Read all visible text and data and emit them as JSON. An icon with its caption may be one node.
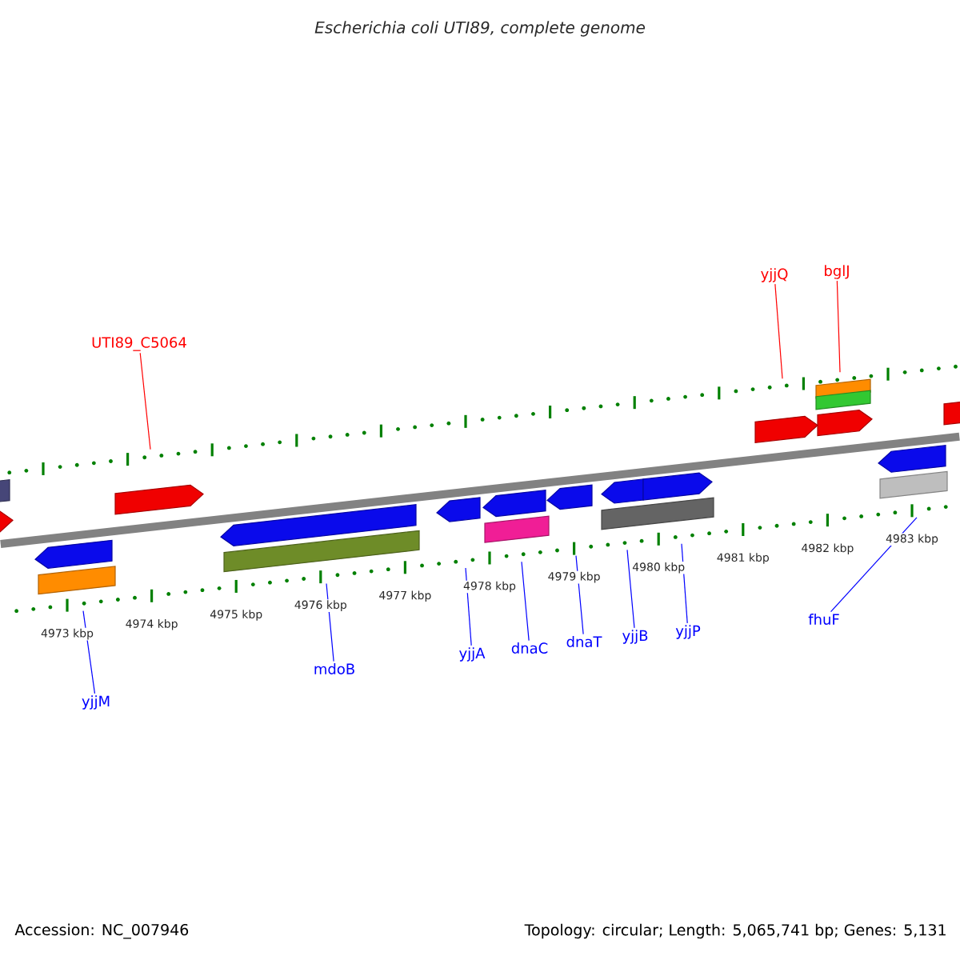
{
  "diagram": {
    "title": "Escherichia coli UTI89, complete genome",
    "nodes": [
      {
        "text": [
          "UTI89_C5064"
        ]
      },
      {
        "text": [
          "yjjQ"
        ]
      },
      {
        "text": [
          "bglJ"
        ]
      },
      {
        "text": [
          "yjjM"
        ]
      },
      {
        "text": [
          "mdoB"
        ]
      },
      {
        "text": [
          "yjjA"
        ]
      },
      {
        "text": [
          "dnaC"
        ]
      },
      {
        "text": [
          "dnaT"
        ]
      },
      {
        "text": [
          "yjjB"
        ]
      },
      {
        "text": [
          "yjjP"
        ]
      },
      {
        "text": [
          "fhuF"
        ]
      },
      {
        "text": [],
        "shape": "scale"
      },
      {
        "text": [],
        "shape": "bar"
      },
      {
        "text": [],
        "shape": "scale"
      }
    ],
    "edges": [
      {
        "from": 0,
        "to": 11,
        "arrow": "none",
        "color": "#ff0000"
      },
      {
        "from": 1,
        "to": 11,
        "arrow": "none",
        "color": "#ff0000"
      },
      {
        "from": 2,
        "to": 11,
        "arrow": "none",
        "color": "#ff0000"
      },
      {
        "from": 3,
        "to": 13,
        "arrow": "none"
      },
      {
        "from": 4,
        "to": 13,
        "arrow": "none"
      },
      {
        "from": 5,
        "to": 13,
        "arrow": "none"
      },
      {
        "from": 6,
        "to": 13,
        "arrow": "none"
      },
      {
        "from": 7,
        "to": 13,
        "arrow": "none"
      },
      {
        "from": 8,
        "to": 13,
        "arrow": "none"
      },
      {
        "from": 9,
        "to": 13,
        "arrow": "none"
      },
      {
        "from": 10,
        "to": 13,
        "arrow": "none"
      }
    ],
    "labels": [
      "4973 kbp",
      "4974 kbp",
      "4975 kbp",
      "4976 kbp",
      "4977 kbp",
      "4978 kbp",
      "4979 kbp",
      "4980 kbp",
      "4981 kbp",
      "4982 kbp",
      "4983 kbp",
      "Accession: NC_007946",
      "Topology: circular; Length: 5,065,741 bp; Genes: 5,131"
    ]
  }
}
